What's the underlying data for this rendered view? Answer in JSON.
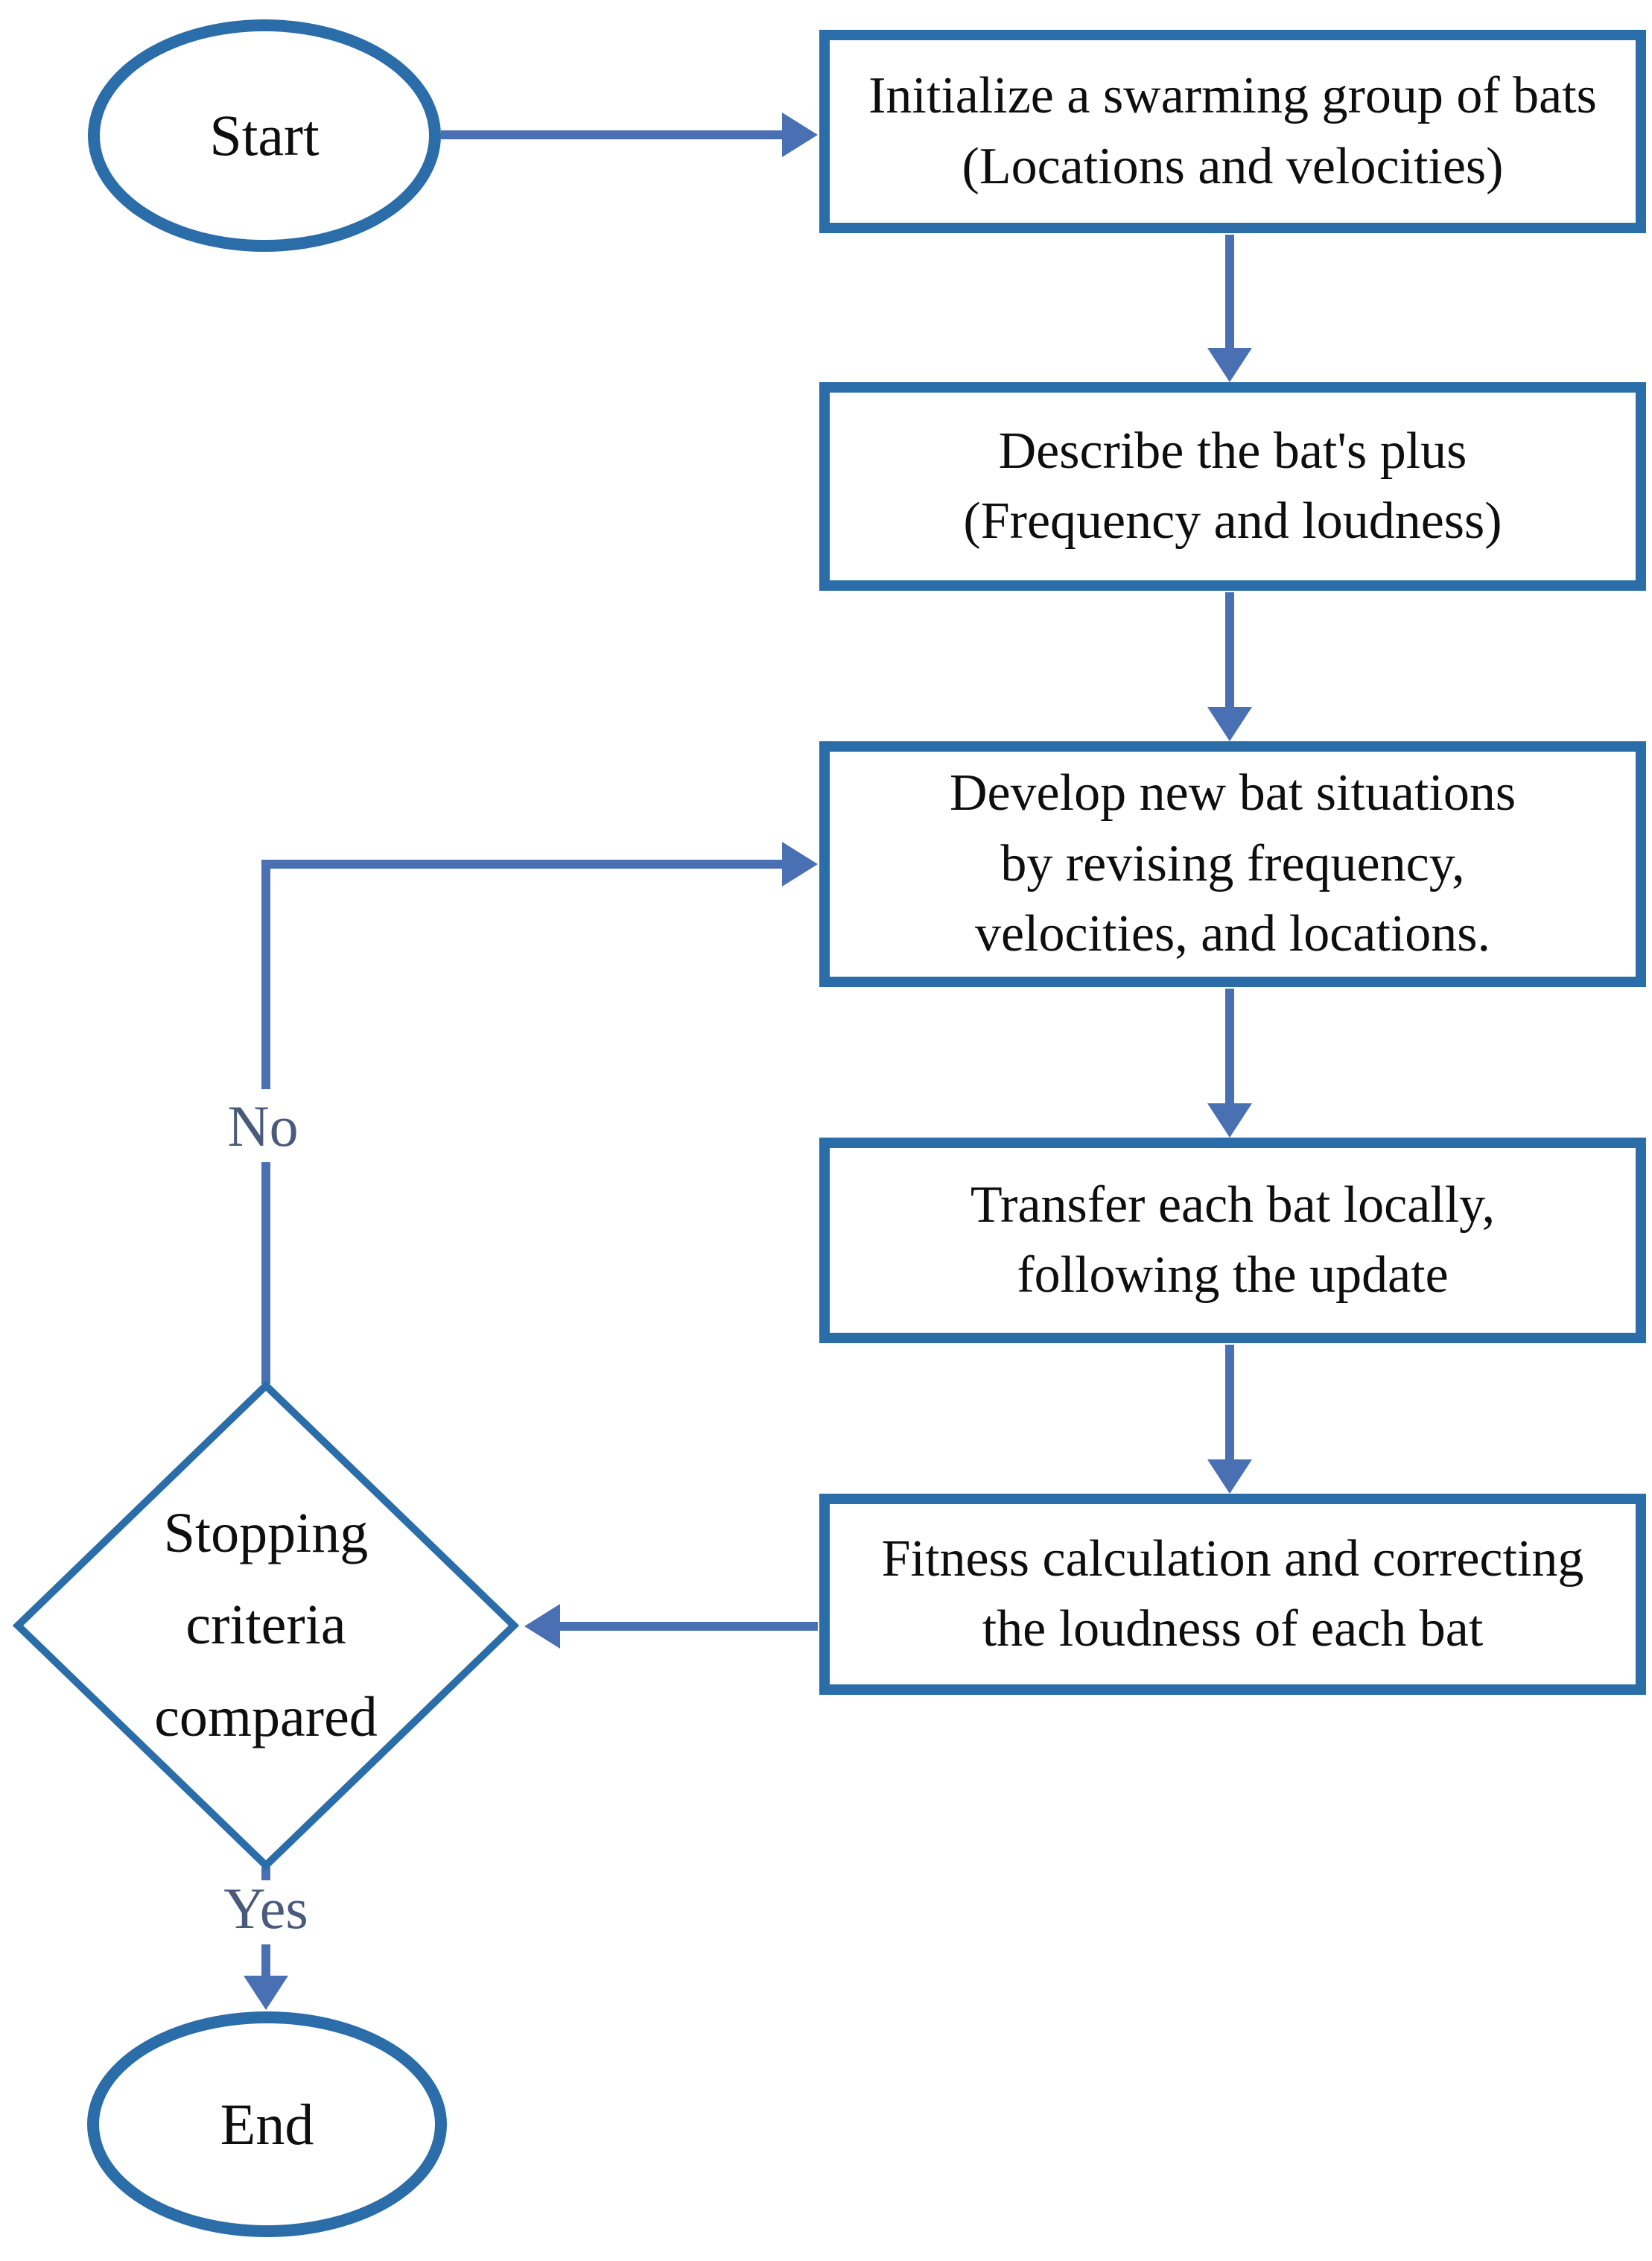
{
  "colors": {
    "shape_border": "#2a6da9",
    "arrow": "#4a70b4",
    "edge_label": "#4a5a7d",
    "text": "#0e0e0e",
    "background": "#ffffff"
  },
  "nodes": {
    "start": {
      "type": "ellipse-terminator",
      "label": "Start"
    },
    "initialize": {
      "type": "process",
      "lines": [
        "Initialize a swarming group of bats",
        "(Locations and velocities)"
      ]
    },
    "describe": {
      "type": "process",
      "lines": [
        "Describe the bat's plus",
        "(Frequency and loudness)"
      ]
    },
    "develop": {
      "type": "process",
      "lines": [
        "Develop new bat situations",
        "by revising frequency,",
        "velocities, and locations."
      ]
    },
    "transfer": {
      "type": "process",
      "lines": [
        "Transfer each bat locally,",
        "following the update"
      ]
    },
    "fitness": {
      "type": "process",
      "lines": [
        "Fitness calculation and correcting",
        "the loudness of each bat"
      ]
    },
    "decision": {
      "type": "decision-diamond",
      "lines": [
        "Stopping",
        "criteria",
        "compared"
      ]
    },
    "end": {
      "type": "ellipse-terminator",
      "label": "End"
    }
  },
  "edges": [
    {
      "from": "start",
      "to": "initialize",
      "label": ""
    },
    {
      "from": "initialize",
      "to": "describe",
      "label": ""
    },
    {
      "from": "describe",
      "to": "develop",
      "label": ""
    },
    {
      "from": "develop",
      "to": "transfer",
      "label": ""
    },
    {
      "from": "transfer",
      "to": "fitness",
      "label": ""
    },
    {
      "from": "fitness",
      "to": "decision",
      "label": ""
    },
    {
      "from": "decision",
      "to": "develop",
      "label": "No"
    },
    {
      "from": "decision",
      "to": "end",
      "label": "Yes"
    }
  ],
  "edge_labels": {
    "no": "No",
    "yes": "Yes"
  }
}
